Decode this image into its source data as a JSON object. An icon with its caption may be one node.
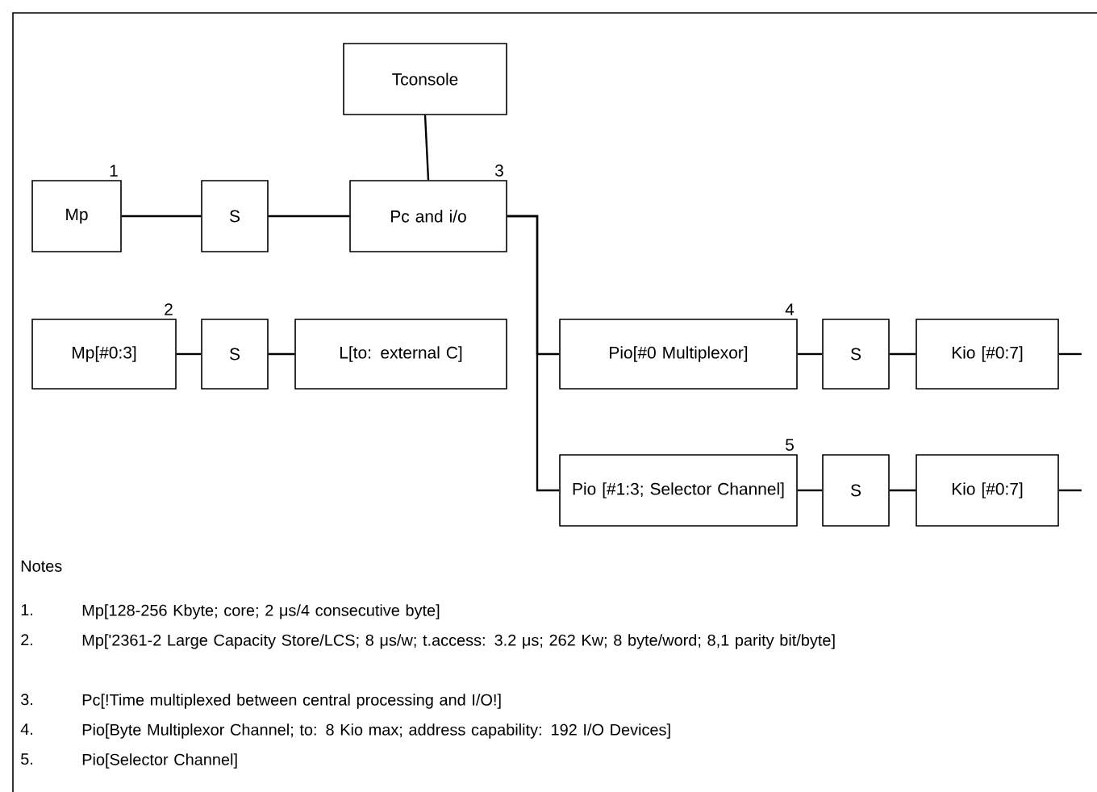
{
  "diagram": {
    "nodes": [
      {
        "text": [
          "Tconsole"
        ]
      },
      {
        "text": [
          "Mp"
        ],
        "beside": [
          "1"
        ]
      },
      {
        "text": [
          "S"
        ]
      },
      {
        "text": [
          "Pc and i/o"
        ],
        "beside": [
          "3"
        ]
      },
      {
        "text": [
          "Mp[#0:3]"
        ],
        "beside": [
          "2"
        ]
      },
      {
        "text": [
          "S"
        ]
      },
      {
        "text": [
          "L[to: external C]"
        ]
      },
      {
        "text": [
          "Pio[#0 Multiplexor]"
        ],
        "beside": [
          "4"
        ]
      },
      {
        "text": [
          "S"
        ]
      },
      {
        "text": [
          "Kio [#0:7]"
        ]
      },
      {
        "text": [
          "Pio [#1:3; Selector Channel]"
        ],
        "beside": [
          "5"
        ]
      },
      {
        "text": [
          "S"
        ]
      },
      {
        "text": [
          "Kio [#0:7]"
        ]
      }
    ],
    "edges": [
      {
        "from": 1,
        "to": 2,
        "arrow": "none"
      },
      {
        "from": 2,
        "to": 3,
        "arrow": "none"
      },
      {
        "from": 0,
        "to": 3,
        "arrow": "none"
      },
      {
        "from": 4,
        "to": 5,
        "arrow": "none"
      },
      {
        "from": 5,
        "to": 6,
        "arrow": "none"
      },
      {
        "from": 3,
        "to": 7,
        "arrow": "none"
      },
      {
        "from": 3,
        "to": 10,
        "arrow": "none"
      },
      {
        "from": 7,
        "to": 8,
        "arrow": "none"
      },
      {
        "from": 8,
        "to": 9,
        "arrow": "none"
      },
      {
        "from": 9,
        "to": null,
        "arrow": "none"
      },
      {
        "from": 10,
        "to": 11,
        "arrow": "none"
      },
      {
        "from": 11,
        "to": 12,
        "arrow": "none"
      },
      {
        "from": 12,
        "to": null,
        "arrow": "none"
      }
    ],
    "labels": [
      "Notes",
      "1.",
      "Mp[128-256 Kbyte; core; 2 μs/4 consecutive byte]",
      "2.",
      "Mp['2361-2 Large Capacity Store/LCS; 8 μs/w; t.access: 3.2 μs; 262 Kw; 8 byte/word; 8,1 parity bit/byte]",
      "3.",
      "Pc[!Time multiplexed between central processing and I/O!]",
      "4.",
      "Pio[Byte Multiplexor Channel; to: 8 Kio max; address capability: 192 I/O Devices]",
      "5.",
      "Pio[Selector Channel]"
    ]
  }
}
